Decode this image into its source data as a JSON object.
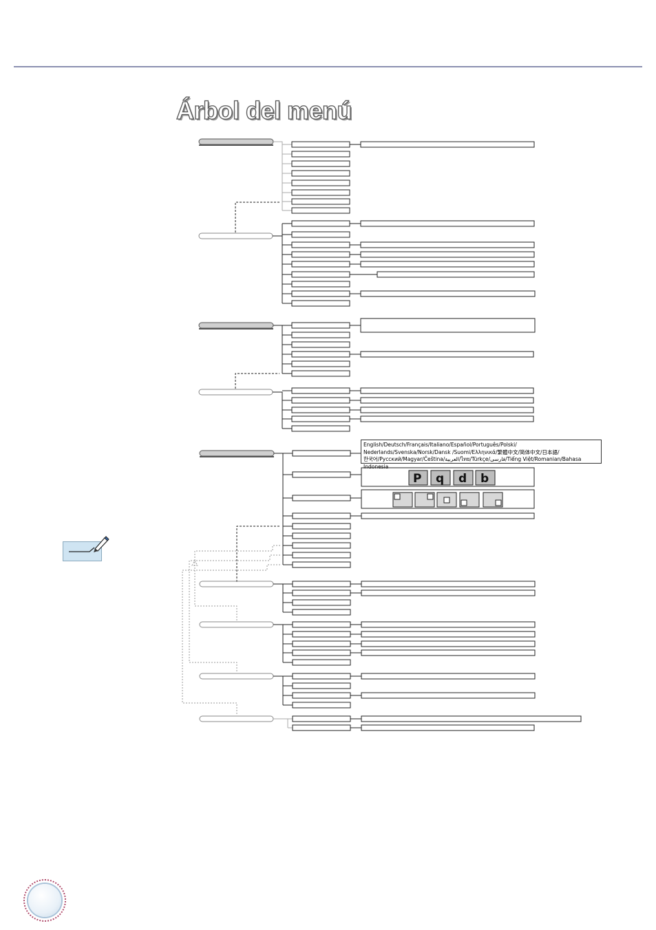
{
  "page": {
    "title": "Árbol del menú",
    "language_list": {
      "line1": "English/Deutsch/Français/Italiano/Español/Português/Polski/",
      "line2": "Nederlands/Svenska/Norsk/Dansk /Suomi/Ελληνικά/繁體中文/简体中文/日本語/",
      "line3": "한국어/Русский/Magyar/Čeština/العربية/ไทย/Türkçe/فارسی/Tiếng Việt/Romanian/Bahasa Indonesia"
    },
    "projection_glyphs": [
      "P",
      "q",
      "d",
      "b"
    ],
    "icons": [
      "edit-pencil-icon",
      "page-number-badge"
    ],
    "colors": {
      "rule": "#8a8fb0",
      "note_bg": "#cfe4f2",
      "root_fill": "#d0d0d0"
    }
  }
}
